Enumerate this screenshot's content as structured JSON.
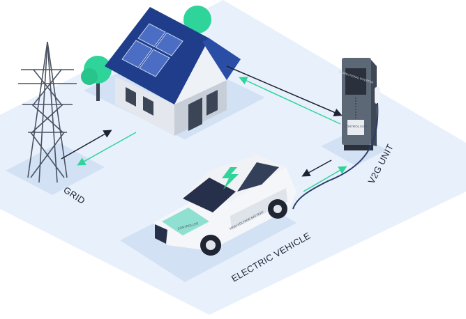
{
  "labels": {
    "grid": "GRID",
    "v2g_unit": "V2G UNIT",
    "electric_vehicle": "ELECTRIC VEHICLE"
  },
  "charger": {
    "screen_text": "BIDIRECTIONAL INVERTER",
    "control_text": "CONTROL UNIT"
  },
  "car": {
    "controller_text": "CONTROLLER",
    "battery_text": "HIGH VOLTAGE BATTERY"
  },
  "colors": {
    "floor": "#e8f0fb",
    "tile": "#d2e1f4",
    "flow_to": "#1d2333",
    "flow_from": "#2fd49a",
    "roof": "#1f3d8a",
    "charger_body": "#5d6877"
  }
}
